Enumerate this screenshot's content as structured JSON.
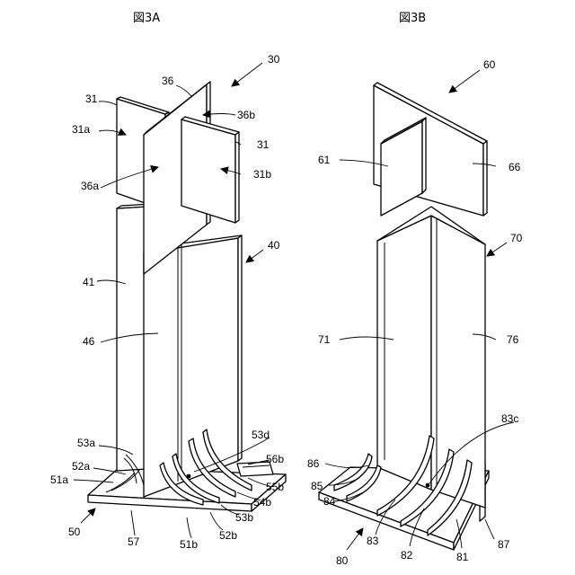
{
  "figures": [
    {
      "title": "図3A",
      "labels": {
        "l30": "30",
        "l36": "36",
        "l31_top": "31",
        "l31a": "31a",
        "l36b": "36b",
        "l31_right": "31",
        "l36a": "36a",
        "l31b": "31b",
        "l40": "40",
        "l41": "41",
        "l46": "46",
        "l53a": "53a",
        "l53d": "53d",
        "l52a": "52a",
        "l56b": "56b",
        "l51a": "51a",
        "l55b": "55b",
        "l54b": "54b",
        "l53b": "53b",
        "l50": "50",
        "l57": "57",
        "l51b": "51b",
        "l52b": "52b"
      }
    },
    {
      "title": "図3B",
      "labels": {
        "l60": "60",
        "l61": "61",
        "l66": "66",
        "l70": "70",
        "l71": "71",
        "l76": "76",
        "l83c": "83c",
        "l86": "86",
        "l85": "85",
        "l84": "84",
        "l83": "83",
        "l82": "82",
        "l81": "81",
        "l87": "87",
        "l80": "80"
      }
    }
  ]
}
